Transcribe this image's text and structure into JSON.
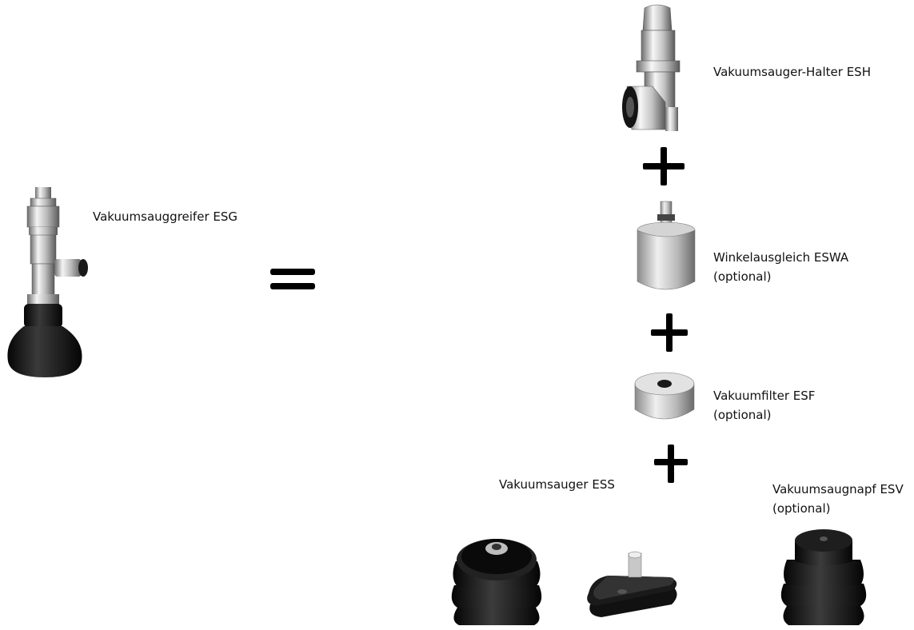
{
  "main_assembly": {
    "label": "Vakuumsauggreifer ESG",
    "icon": "vacuum-gripper-assembly-icon"
  },
  "equals_icon": "equals-icon",
  "plus_icon": "plus-icon",
  "components": {
    "holder": {
      "label": "Vakuumsauger-Halter ESH",
      "icon": "vacuum-holder-icon"
    },
    "angle_compensator": {
      "label": "Winkelausgleich ESWA",
      "note": "(optional)",
      "icon": "angle-compensator-icon"
    },
    "filter": {
      "label": "Vakuumfilter ESF",
      "note": "(optional)",
      "icon": "vacuum-filter-icon"
    },
    "suction_cup": {
      "label": "Vakuumsauger ESS",
      "icons": [
        "round-suction-cup-icon",
        "oval-suction-cup-icon"
      ]
    },
    "suction_pad": {
      "label": "Vakuumsaugnapf ESV",
      "note": "(optional)",
      "icon": "suction-pad-icon"
    }
  },
  "colors": {
    "rubber": "#1a1a1a",
    "metal_light": "#e8e8e8",
    "metal_dark": "#6e6e6e",
    "symbol": "#000000"
  }
}
